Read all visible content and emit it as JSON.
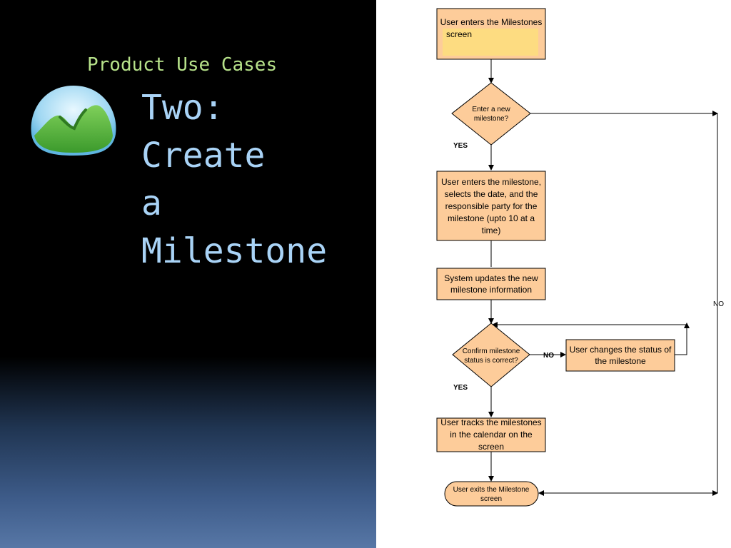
{
  "slide": {
    "subtitle": "Product Use Cases",
    "title_lines": [
      "Two:",
      "Create",
      "a",
      "Milestone"
    ],
    "logo_icon": "basecamp-logo-icon"
  },
  "flowchart": {
    "box_fill": "#fdcc9a",
    "highlight_fill": "#fde07a",
    "nodes": {
      "enter_screen": [
        "User enters the Milestones",
        "screen"
      ],
      "new_milestone_decision": [
        "Enter a new",
        "milestone?"
      ],
      "enter_milestone": [
        "User enters the milestone,",
        "selects the date, and the",
        "responsible party for the",
        "milestone (upto 10 at a",
        "time)"
      ],
      "system_updates": [
        "System updates the new",
        "milestone information"
      ],
      "confirm_decision": [
        "Confirm milestone",
        "status is correct?"
      ],
      "change_status": [
        "User changes the status of",
        "the milestone"
      ],
      "track": [
        "User tracks the milestones",
        "in the calendar on the",
        "screen"
      ],
      "exit": [
        "User exits the Milestone",
        "screen"
      ]
    },
    "labels": {
      "yes_1": "YES",
      "yes_2": "YES",
      "no_confirm": "NO",
      "no_outer": "NO"
    }
  }
}
